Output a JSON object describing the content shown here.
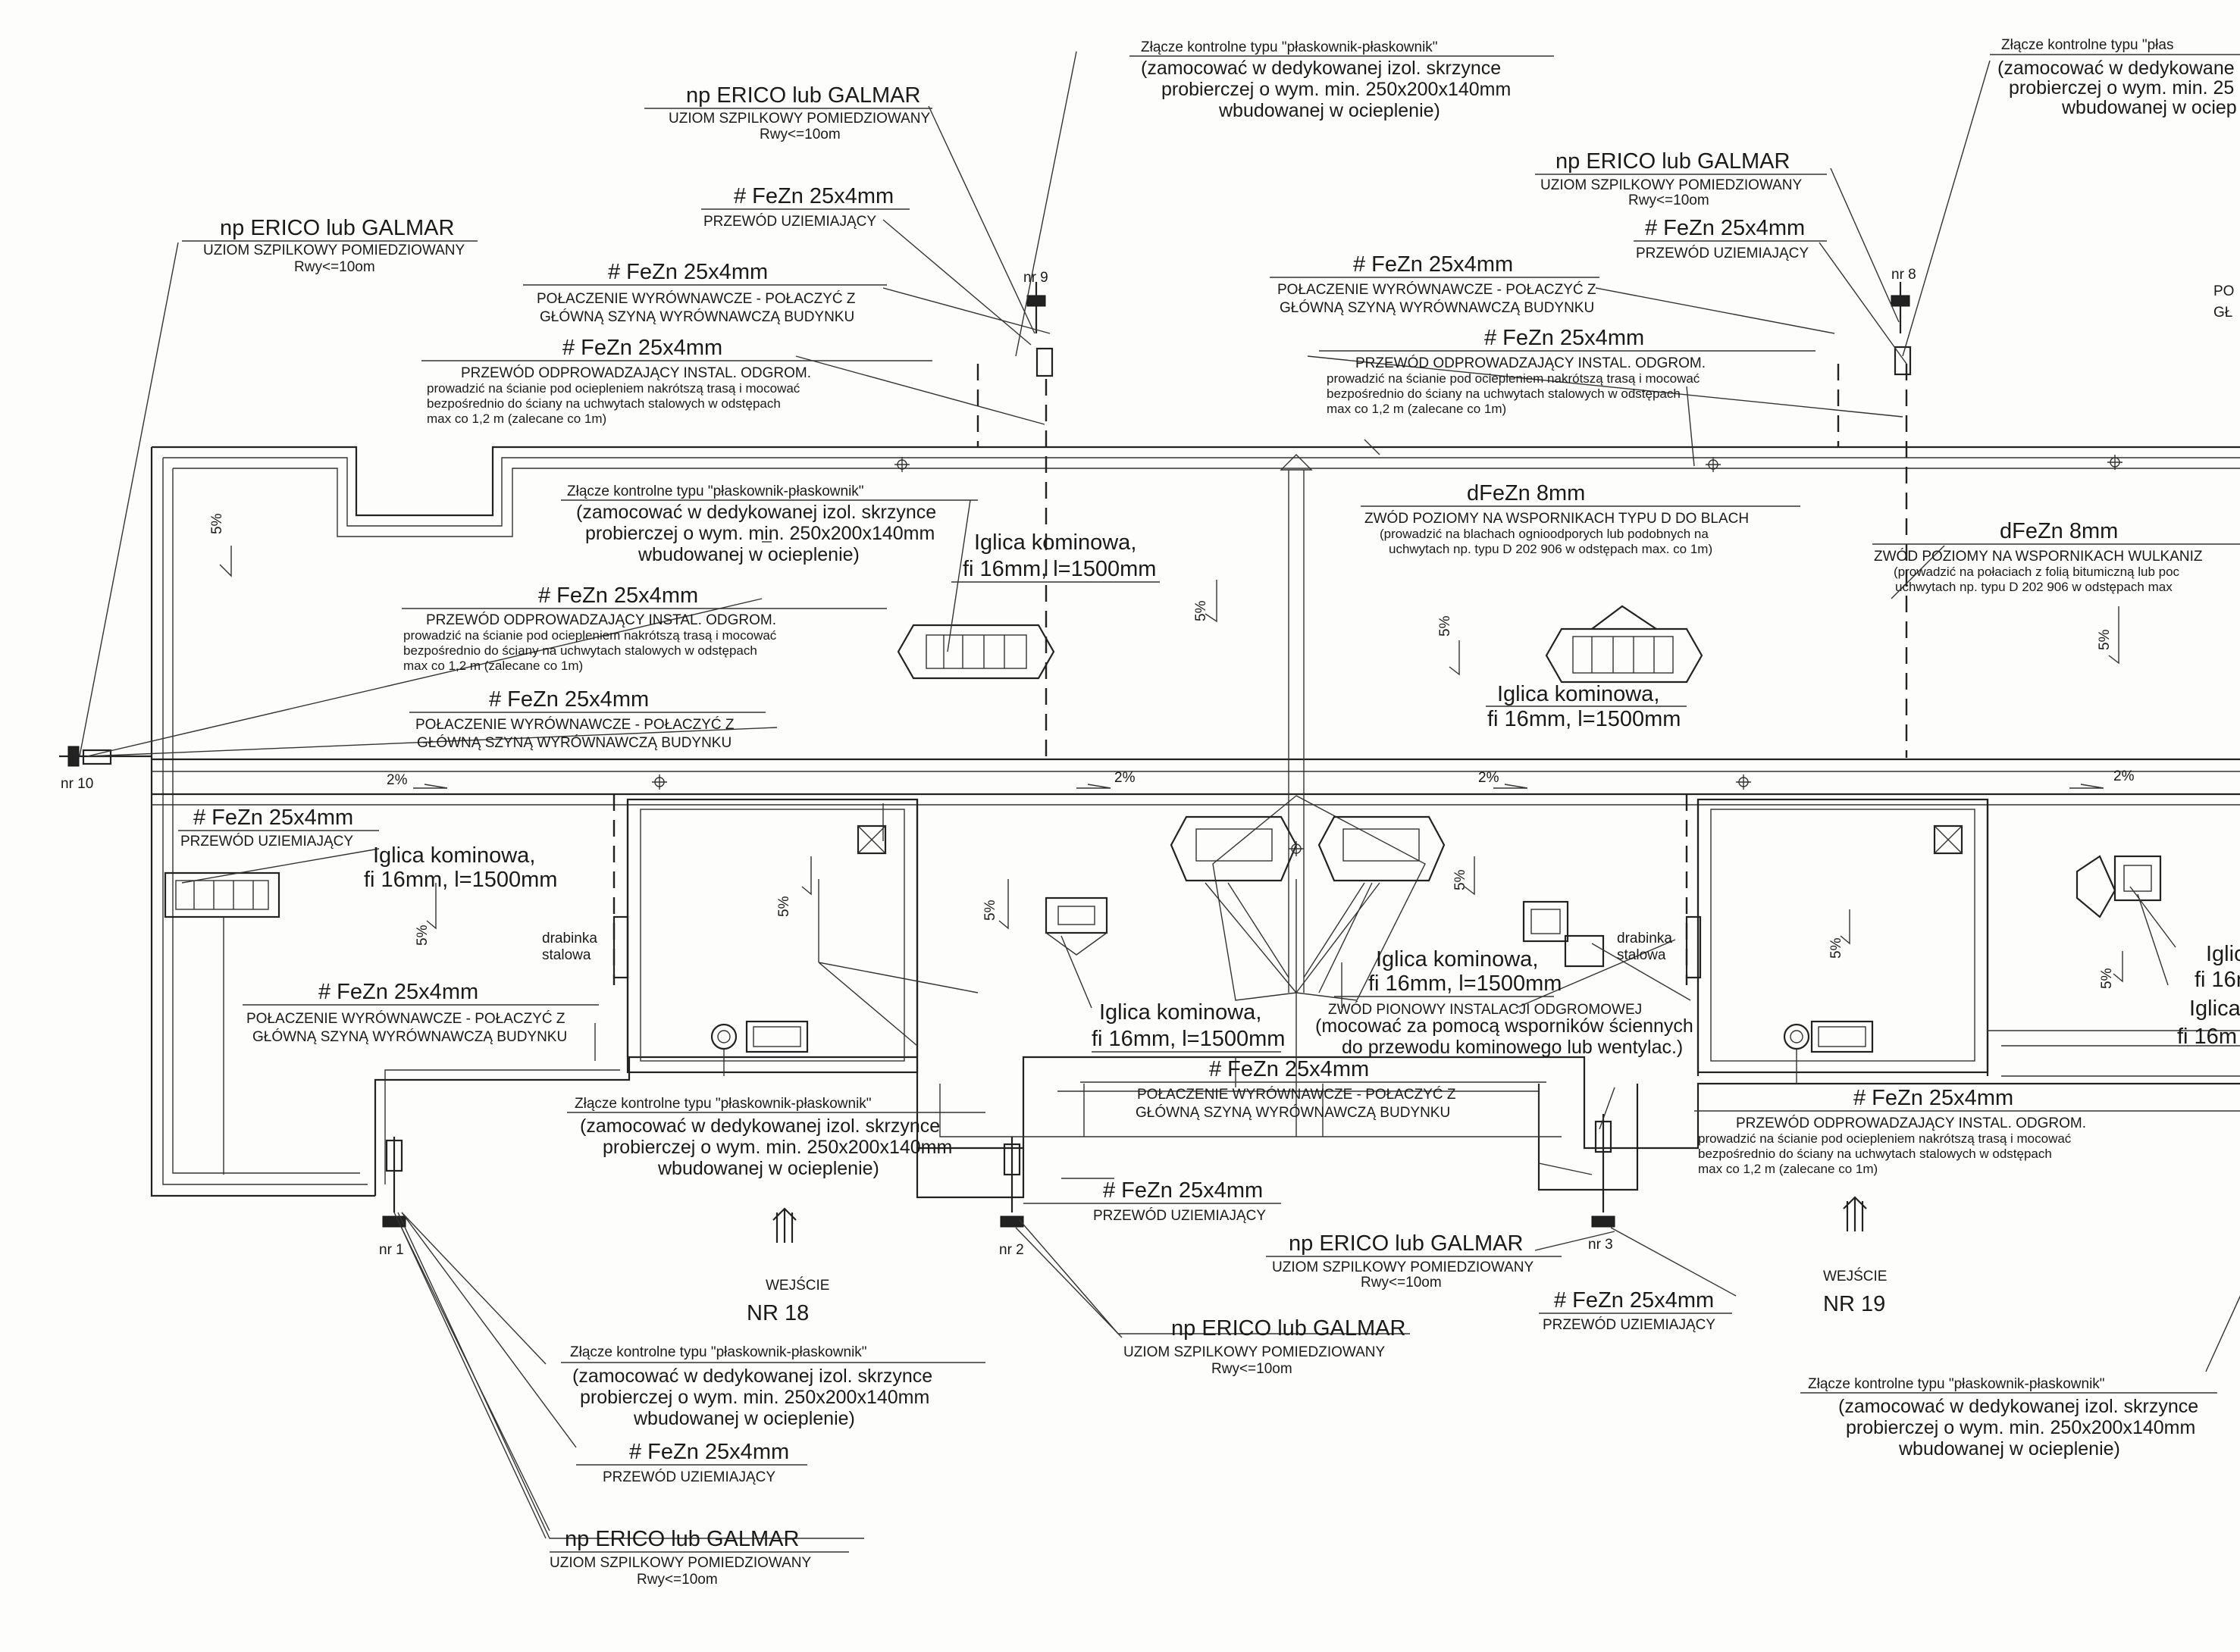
{
  "drawing": {
    "roof_slopes": {
      "s5": "5%",
      "s2": "2%"
    },
    "entrances": [
      {
        "label": "WEJŚCIE",
        "number": "NR 18"
      },
      {
        "label": "WEJŚCIE",
        "number": "NR 19"
      }
    ],
    "probe_numbers": [
      "nr 9",
      "nr 8",
      "nr 10",
      "nr 1",
      "nr 2",
      "nr 3"
    ],
    "ladder": {
      "line1": "drabinka",
      "line2": "stalowa"
    },
    "notes": {
      "rod_title": "np ERICO lub GALMAR",
      "rod_sub": "UZIOM SZPILKOWY POMIEDZIOWANY",
      "rod_rwy": "Rwy<=10om",
      "fezn": "# FeZn 25x4mm",
      "earth_wire": "PRZEWÓD UZIEMIAJĄCY",
      "equip_1": "POŁACZENIE WYRÓWNAWCZE - POŁACZYĆ Z",
      "equip_2": "GŁÓWNĄ SZYNĄ WYRÓWNAWCZĄ BUDYNKU",
      "down_1": "PRZEWÓD ODPROWADZAJĄCY INSTAL. ODGROM.",
      "down_2": "prowadzić na ścianie  pod ociepleniem nakrótszą trasą  i  mocować",
      "down_3": "bezpośrednio do ściany na uchwytach stalowych w odstępach",
      "down_4": "max co 1,2 m (zalecane co 1m)",
      "conn_1": "Złącze kontrolne typu  \"płaskownik-płaskownik\"",
      "conn_2": "(zamocować w dedykowanej izol. skrzynce",
      "conn_3": "probierczej o wym. min. 250x200x140mm",
      "conn_4": "wbudowanej w ocieplenie)",
      "spike_1": "Iglica kominowa,",
      "spike_2": "fi 16mm, l=1500mm",
      "dfezn": "dFeZn 8mm",
      "horiz_d_1": "ZWÓD POZIOMY NA WSPORNIKACH  TYPU D DO BLACH",
      "horiz_d_2": "(prowadzić na blachach ognioodporych lub podobnych na",
      "horiz_d_3": "uchwytach np. typu D 202 906 w odstępach max. co 1m)",
      "horiz_w_1": "ZWÓD POZIOMY NA WSPORNIKACH  WULKANIZ",
      "horiz_w_2": "(prowadzić na połaciach z folią bitumiczną lub poc",
      "horiz_w_3": "uchwytach np. typu D 202 906 w odstępach max",
      "vert_1": "ZWÓD PIONOWY INSTALACJI ODGROMOWEJ",
      "vert_2": "(mocować za pomocą wsporników ściennych",
      "vert_3": "do przewodu kominowego lub wentylac.)"
    },
    "partial": {
      "conn_right_1": "Złącze kontrolne typu  \"płas",
      "conn_right_2": "(zamocować w dedykowane",
      "conn_right_3": "probierczej o wym. min. 25",
      "conn_right_4": "wbudowanej w ociep",
      "p1": "PO",
      "p2": "GŁ",
      "igl_a": "Iglic",
      "igl_b": "fi 16m",
      "igl_c": "Iglica",
      "igl_d": "fi 16m"
    }
  }
}
